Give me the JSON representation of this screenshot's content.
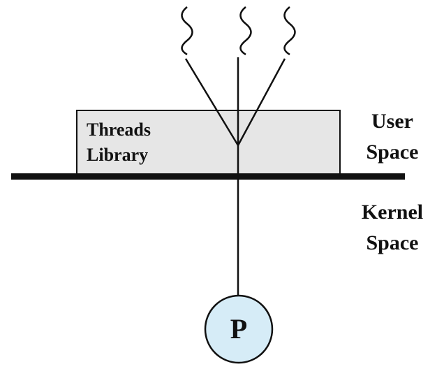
{
  "threads_library": {
    "line1": "Threads",
    "line2": "Library"
  },
  "user_space": {
    "line1": "User",
    "line2": "Space"
  },
  "kernel_space": {
    "line1": "Kernel",
    "line2": "Space"
  },
  "process": {
    "label": "P"
  },
  "colors": {
    "library_fill": "#e6e6e6",
    "process_fill": "#d6ecf7",
    "stroke": "#111111"
  }
}
